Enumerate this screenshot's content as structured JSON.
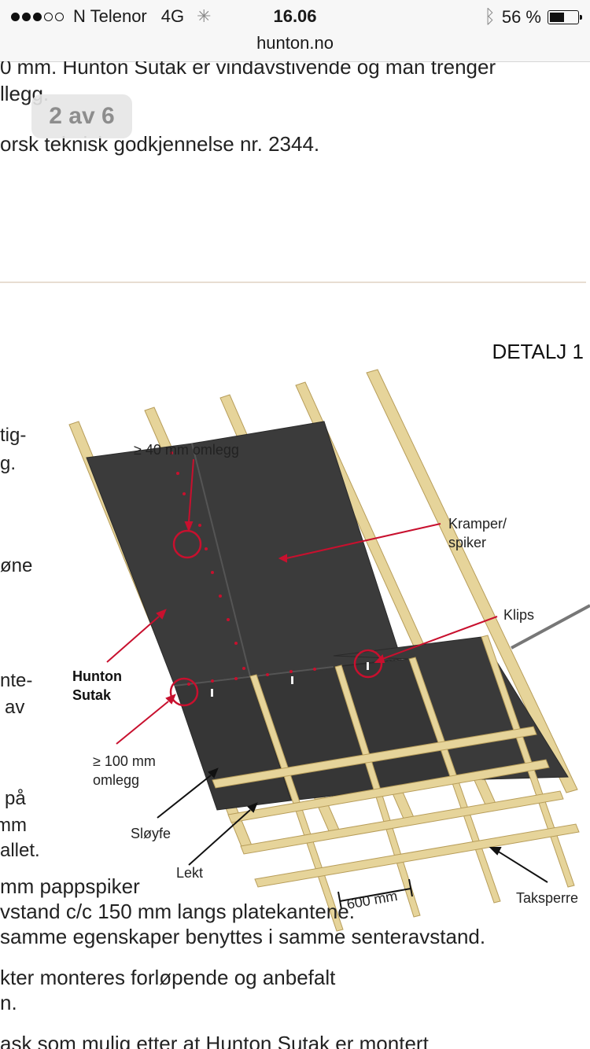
{
  "status": {
    "carrier": "N Telenor",
    "network": "4G",
    "time": "16.06",
    "battery": "56 %",
    "battery_level_percent": 56,
    "signal_bars_filled": 3,
    "signal_bars_total": 5
  },
  "browser": {
    "url": "hunton.no"
  },
  "article": {
    "top_lines": [
      "0 mm. Hunton Sutak er vindavstivende og man trenger",
      "llegg.",
      "orsk teknisk godkjennelse nr. 2344."
    ],
    "gallery_indicator": "2 av 6",
    "side_fragments": [
      "tig-",
      "g.",
      "øne",
      "nte-",
      "av",
      "på",
      "mm",
      "allet."
    ],
    "bottom_lines": [
      "mm pappspiker",
      "vstand c/c 150 mm langs platekantene.",
      "samme egenskaper benyttes i samme senteravstand.",
      "kter monteres forløpende og anbefalt",
      "n.",
      "ask som mulig etter at Hunton Sutak er montert"
    ]
  },
  "diagram": {
    "title": "DETALJ 1",
    "labels": {
      "overlap_40": "≥ 40 mm omlegg",
      "kramper_1": "Kramper/",
      "kramper_2": "spiker",
      "klips": "Klips",
      "hunton_1": "Hunton",
      "hunton_2": "Sutak",
      "overlap_100_1": "≥ 100 mm",
      "overlap_100_2": "omlegg",
      "sloyfe": "Sløyfe",
      "lekt": "Lekt",
      "spacing": "600 mm",
      "taksperre": "Taksperre"
    },
    "colors": {
      "board": "#3b3b3b",
      "wood": "#e6d49a",
      "wood_edge": "#b79d5a",
      "accent_red": "#c8102e"
    }
  }
}
